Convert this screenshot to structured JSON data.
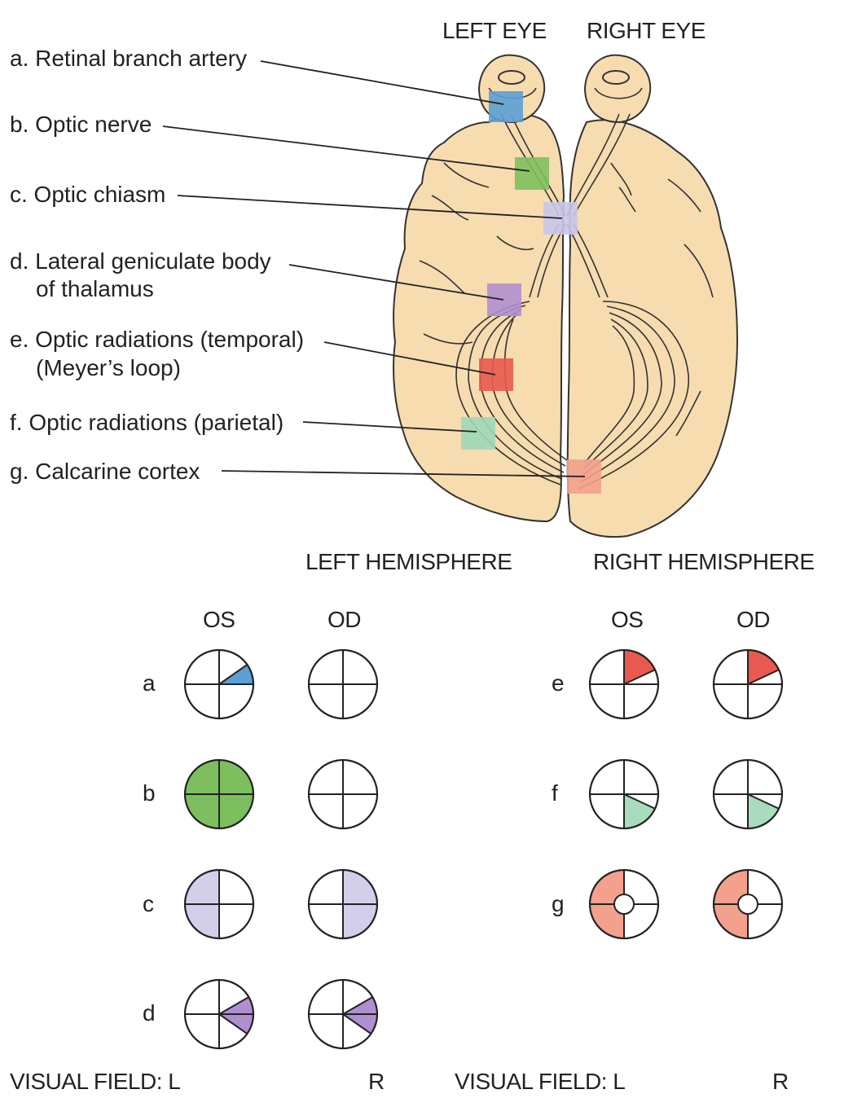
{
  "eye_labels": {
    "left": "LEFT EYE",
    "right": "RIGHT EYE"
  },
  "hemisphere_labels": {
    "left": "LEFT HEMISPHERE",
    "right": "RIGHT HEMISPHERE"
  },
  "lesion_labels": [
    {
      "id": "a",
      "line1": "a. Retinal branch artery",
      "line2": "",
      "color": "#5b9fd6"
    },
    {
      "id": "b",
      "line1": "b. Optic nerve",
      "line2": "",
      "color": "#7dbf5e"
    },
    {
      "id": "c",
      "line1": "c. Optic chiasm",
      "line2": "",
      "color": "#c9c6e8"
    },
    {
      "id": "d",
      "line1": "d. Lateral geniculate body",
      "line2": "of thalamus",
      "color": "#b08fd0"
    },
    {
      "id": "e",
      "line1": "e. Optic radiations (temporal)",
      "line2": "(Meyer’s loop)",
      "color": "#e85a4f"
    },
    {
      "id": "f",
      "line1": "f. Optic radiations (parietal)",
      "line2": "",
      "color": "#9fd8b8"
    },
    {
      "id": "g",
      "line1": "g. Calcarine cortex",
      "line2": "",
      "color": "#f3a18c"
    }
  ],
  "field_headers": {
    "os": "OS",
    "od": "OD"
  },
  "field_rows_left": [
    "a",
    "b",
    "c",
    "d"
  ],
  "field_rows_right": [
    "e",
    "f",
    "g"
  ],
  "footer": {
    "left_prefix": "VISUAL FIELD: L",
    "left_r": "R",
    "right_prefix": "VISUAL FIELD: L",
    "right_r": "R"
  },
  "colors": {
    "brain": "#f7dcb0",
    "outline": "#333333",
    "blue": "#5b9fd6",
    "green": "#7dbf5e",
    "lavender": "#d3cfeb",
    "purple": "#b08fd0",
    "red": "#e85a4f",
    "mint": "#a8dcbc",
    "salmon": "#f3a18c"
  }
}
